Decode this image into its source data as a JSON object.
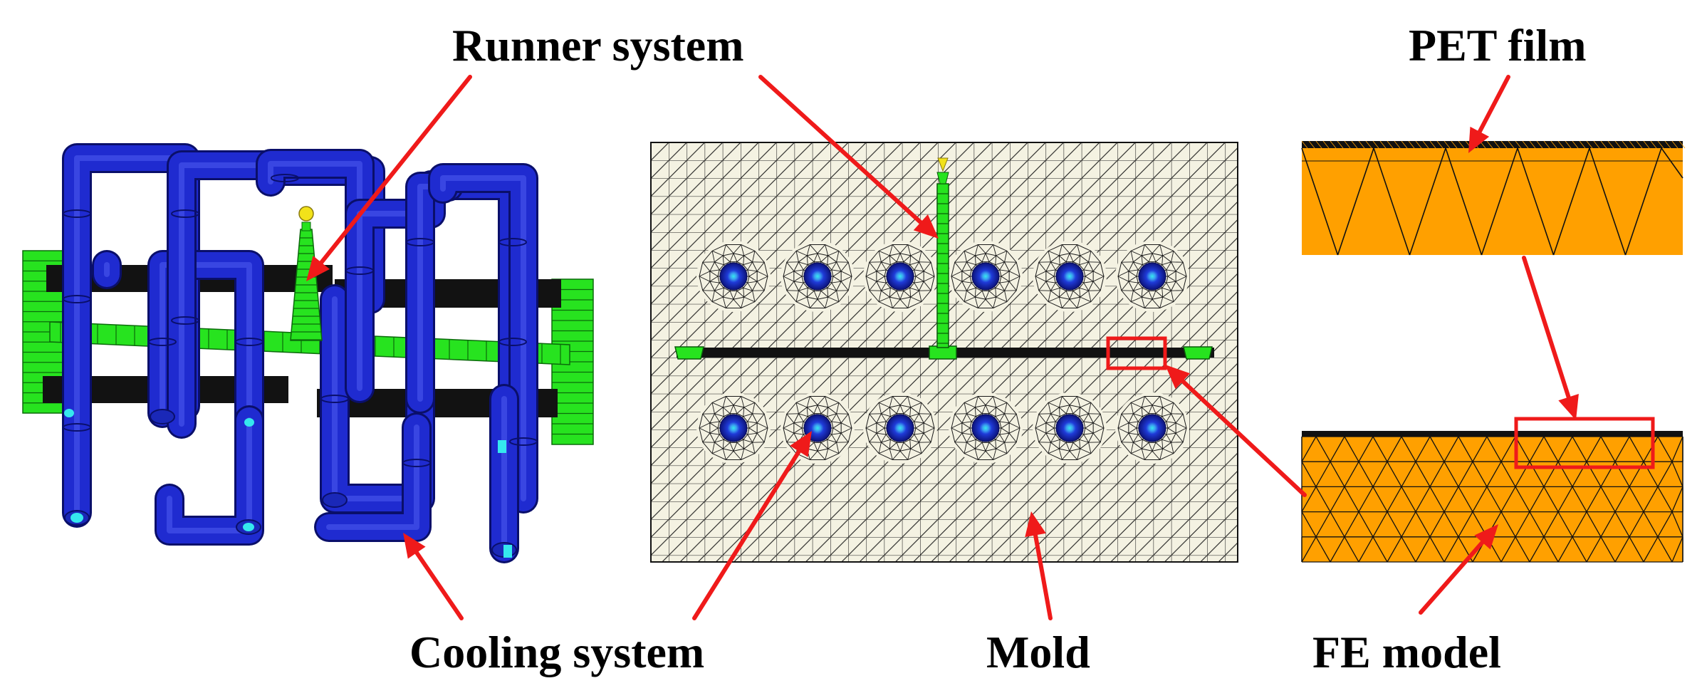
{
  "labels": {
    "runner": "Runner system",
    "pet": "PET film",
    "cooling": "Cooling system",
    "mold": "Mold",
    "fe": "FE model"
  },
  "colors": {
    "pipe_blue": "#1f2bd0",
    "runner_green": "#27e31f",
    "rod_black": "#121212",
    "mesh_fill": "#f4f2e2",
    "film_orange": "#ffa000",
    "arrow_red": "#ef1a1a",
    "inlet_cyan": "#35e8ee",
    "gate_yellow": "#f2e21a"
  },
  "icons": {
    "cooling_model": "cooling-runner-3d-model",
    "mold_mesh": "triangular-fe-mesh",
    "film_mesh": "film-cross-section-mesh"
  }
}
